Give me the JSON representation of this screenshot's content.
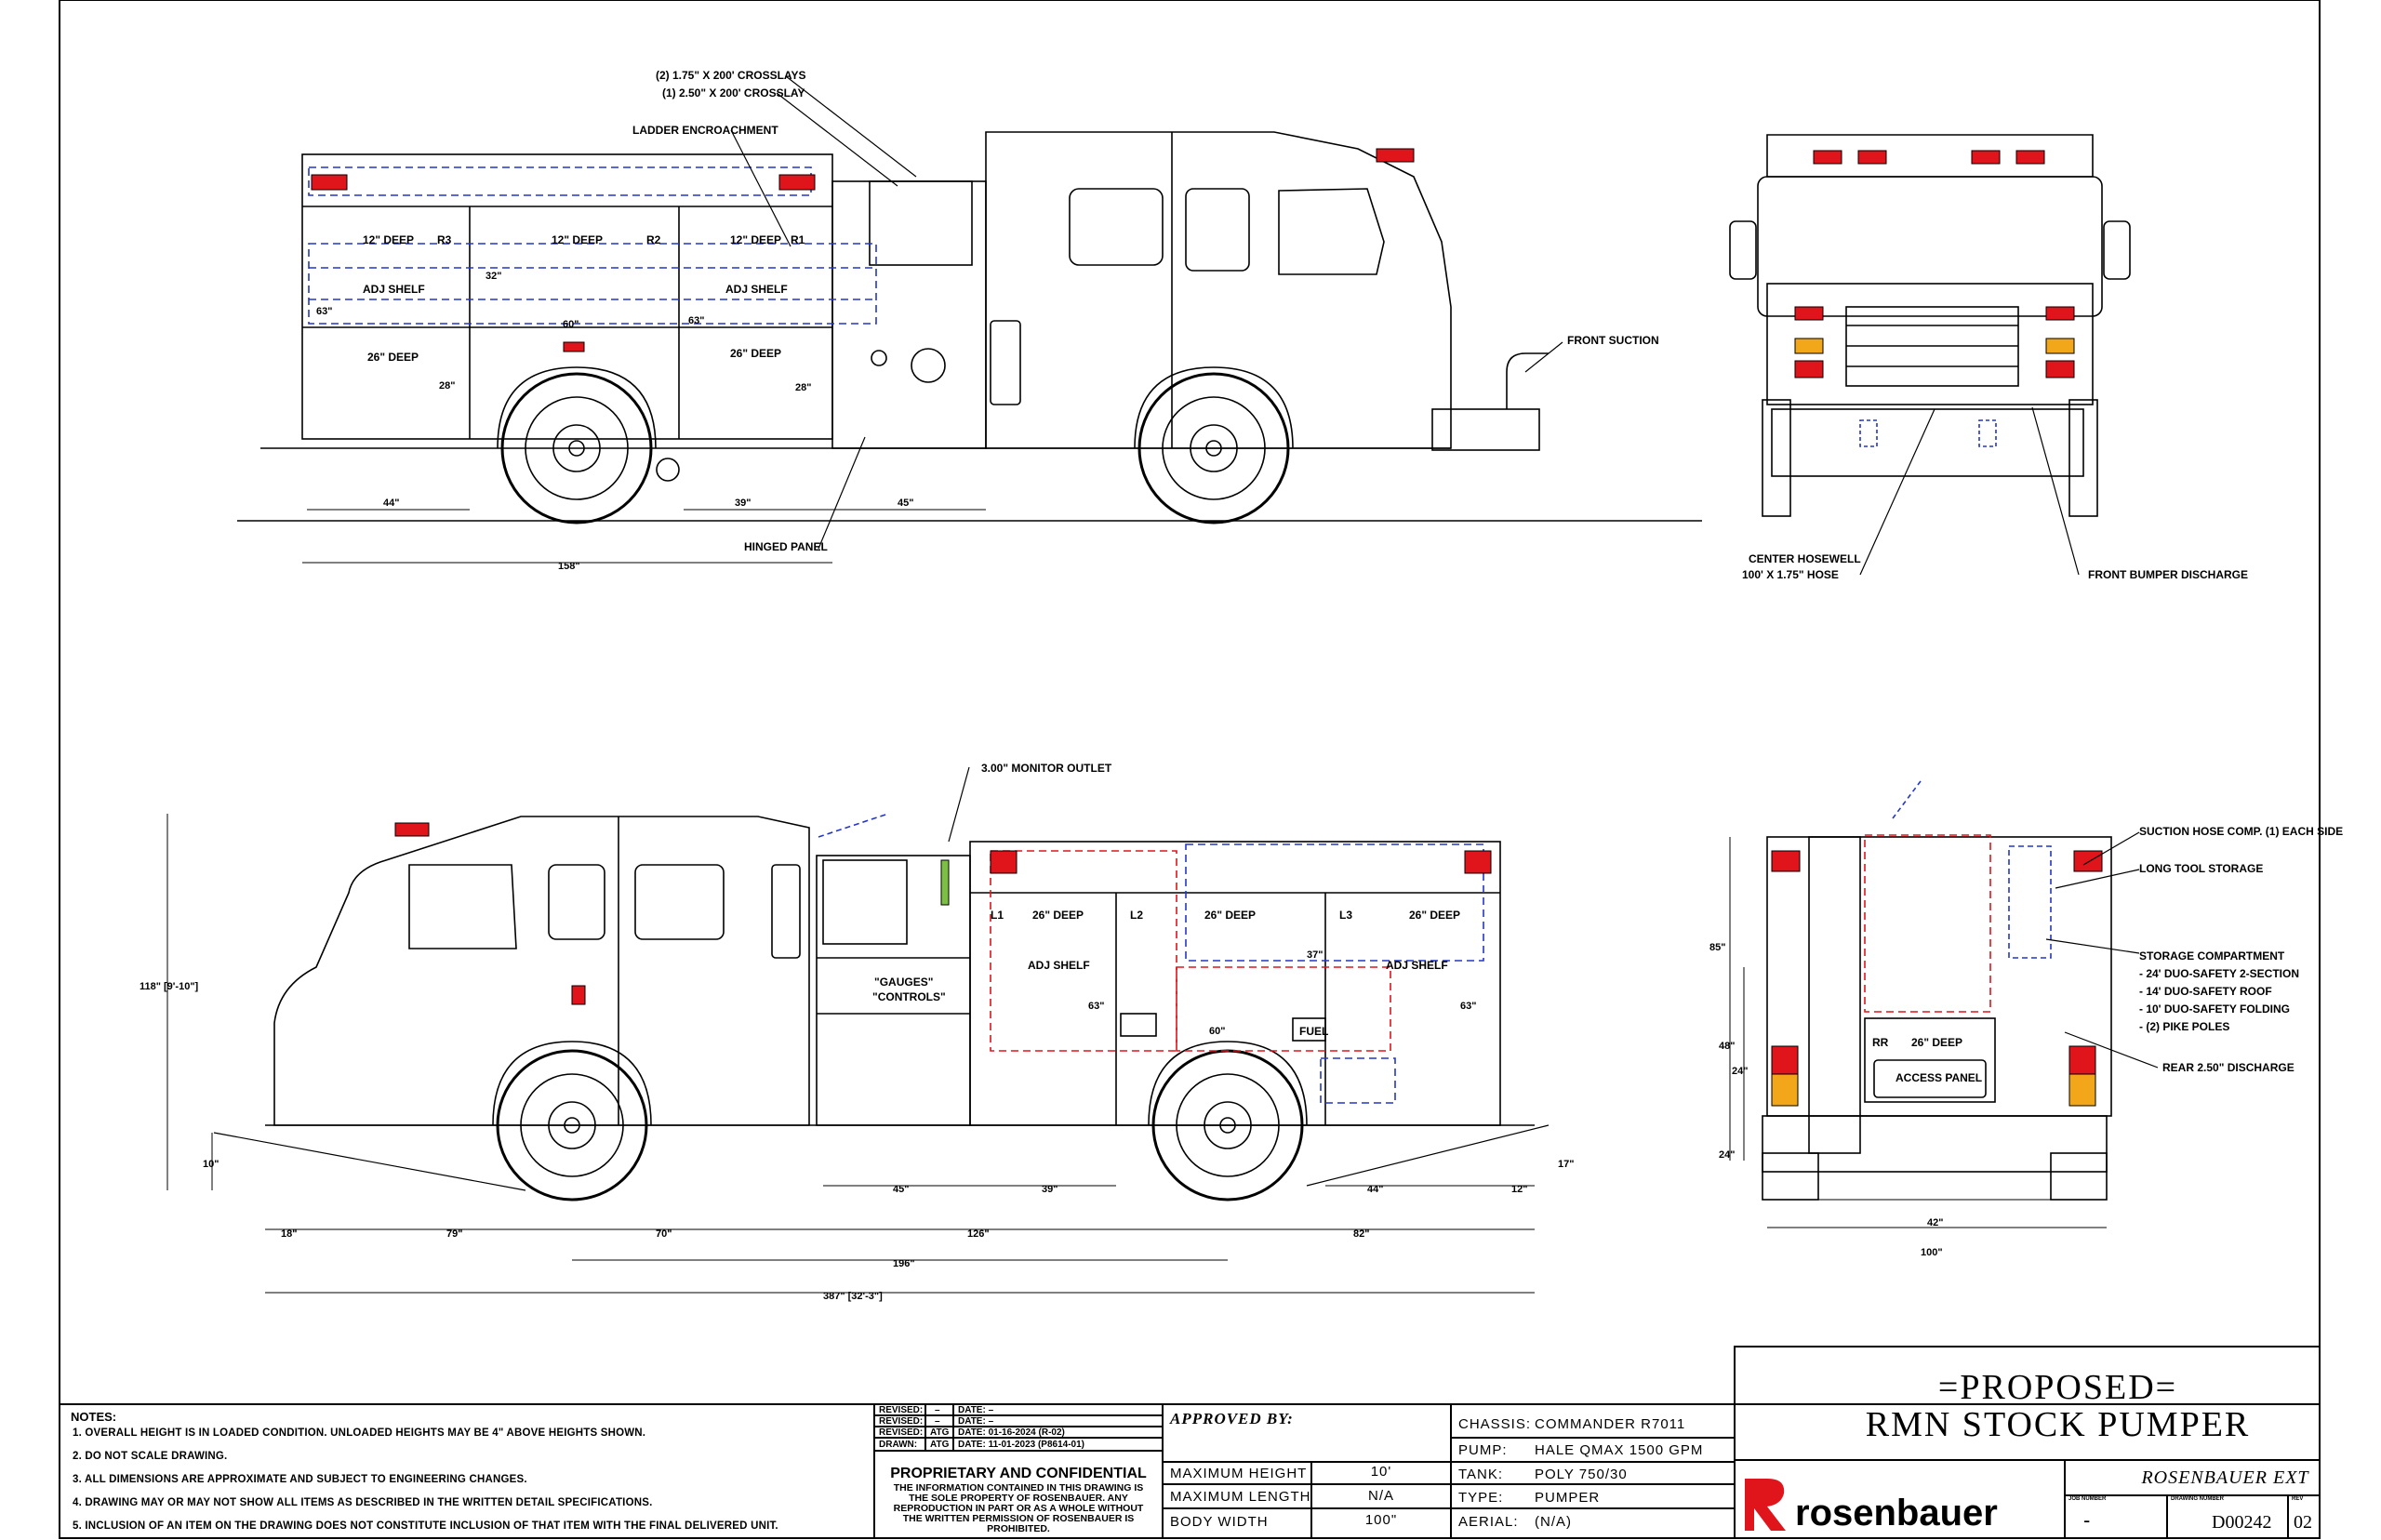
{
  "annotations": {
    "crosslays_175": "(2) 1.75\" X 200' CROSSLAYS",
    "crosslay_250": "(1) 2.50\" X 200' CROSSLAY",
    "ladder": "LADDER ENCROACHMENT",
    "front_suction": "FRONT SUCTION",
    "hinged_panel": "HINGED PANEL",
    "center_hosewell_1": "CENTER HOSEWELL",
    "center_hosewell_2": "100' X 1.75\" HOSE",
    "front_bumper_discharge": "FRONT BUMPER DISCHARGE",
    "monitor_outlet": "3.00\" MONITOR OUTLET",
    "suction_hose": "SUCTION HOSE COMP. (1) EACH SIDE",
    "long_tool": "LONG TOOL STORAGE",
    "storage_title": "STORAGE COMPARTMENT",
    "storage_1": "- 24' DUO-SAFETY 2-SECTION",
    "storage_2": "- 14' DUO-SAFETY ROOF",
    "storage_3": "- 10' DUO-SAFETY FOLDING",
    "storage_4": "- (2) PIKE POLES",
    "rear_discharge": "REAR 2.50\" DISCHARGE"
  },
  "compartments": {
    "deep12": "12\" DEEP",
    "deep26": "26\" DEEP",
    "adj_shelf": "ADJ SHELF",
    "r1": "R1",
    "r2": "R2",
    "r3": "R3",
    "l1": "L1",
    "l2": "L2",
    "l3": "L3",
    "rr": "RR",
    "gauges": "\"GAUGES\"",
    "controls": "\"CONTROLS\"",
    "fuel": "FUEL",
    "access_panel": "ACCESS PANEL"
  },
  "dimensions": {
    "d44": "44\"",
    "d39": "39\"",
    "d45": "45\"",
    "d158": "158\"",
    "d32": "32\"",
    "d60": "60\"",
    "d63": "63\"",
    "d28": "28\"",
    "d118": "118\" [9'-10\"]",
    "d10": "10\"",
    "d18": "18\"",
    "d79": "79\"",
    "d70": "70\"",
    "d126": "126\"",
    "d82": "82\"",
    "d12": "12\"",
    "d17": "17\"",
    "d196": "196\"",
    "d387": "387\" [32'-3\"]",
    "d85": "85\"",
    "d48": "48\"",
    "d24": "24\"",
    "d42": "42\"",
    "d100": "100\"",
    "d37": "37\"",
    "d26": "26\""
  },
  "title_block": {
    "notes_title": "NOTES:",
    "notes": [
      "1.   OVERALL HEIGHT IS IN LOADED CONDITION.  UNLOADED HEIGHTS MAY BE 4\" ABOVE HEIGHTS SHOWN.",
      "2.  DO NOT SCALE DRAWING.",
      "3.  ALL DIMENSIONS ARE APPROXIMATE AND SUBJECT TO ENGINEERING CHANGES.",
      "4.  DRAWING MAY OR MAY NOT SHOW ALL ITEMS AS DESCRIBED IN THE WRITTEN DETAIL SPECIFICATIONS.",
      "5.  INCLUSION OF AN ITEM ON THE DRAWING DOES NOT CONSTITUTE INCLUSION OF THAT ITEM WITH THE FINAL DELIVERED UNIT."
    ],
    "revisions": [
      {
        "label": "REVISED:",
        "by": "–",
        "date": "DATE:  –"
      },
      {
        "label": "REVISED:",
        "by": "–",
        "date": "DATE:  –"
      },
      {
        "label": "REVISED:",
        "by": "ATG",
        "date": "DATE:  01-16-2024  (R-02)"
      },
      {
        "label": "DRAWN:",
        "by": "ATG",
        "date": "DATE:  11-01-2023  (P8614-01)"
      }
    ],
    "proprietary_title": "PROPRIETARY AND CONFIDENTIAL",
    "proprietary_lines": [
      "THE INFORMATION CONTAINED IN THIS DRAWING IS",
      "THE SOLE PROPERTY OF ROSENBAUER.  ANY",
      "REPRODUCTION IN PART OR AS A WHOLE WITHOUT",
      "THE WRITTEN PERMISSION OF ROSENBAUER IS",
      "PROHIBITED."
    ],
    "approved_by": "APPROVED BY:",
    "max_height_label": "MAXIMUM HEIGHT",
    "max_height": "10'",
    "max_length_label": "MAXIMUM LENGTH",
    "max_length": "N/A",
    "body_width_label": "BODY WIDTH",
    "body_width": "100\"",
    "chassis_label": "CHASSIS:",
    "chassis": "COMMANDER R7011",
    "pump_label": "PUMP:",
    "pump": "HALE QMAX 1500 GPM",
    "tank_label": "TANK:",
    "tank": "POLY 750/30",
    "type_label": "TYPE:",
    "type": "PUMPER",
    "aerial_label": "AERIAL:",
    "aerial": "(N/A)",
    "title_1": "=PROPOSED=",
    "title_2": "RMN  STOCK  PUMPER",
    "brand": "rosenbauer",
    "customer": "ROSENBAUER EXT",
    "job_number_label": "JOB NUMBER",
    "job_number": "-",
    "drawing_number_label": "DRAWING NUMBER",
    "drawing_number": "D00242",
    "rev_label": "REV",
    "rev": "02"
  },
  "colors": {
    "line": "#000000",
    "red": "#e0141b",
    "blue": "#2436c8",
    "amber": "#f2a619"
  }
}
